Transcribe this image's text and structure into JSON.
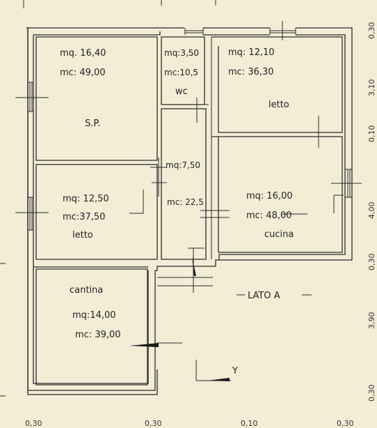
{
  "rooms": {
    "sp": {
      "area": "mq. 16,40",
      "volume": "mc: 49,00",
      "name": "S.P."
    },
    "wc": {
      "area": "mq:3,50",
      "volume": "mc:10,5",
      "name": "wc"
    },
    "letto_top": {
      "area": "mq: 12,10",
      "volume": "mc: 36,30",
      "name": "letto"
    },
    "disimpegno": {
      "area": "mq:7,50",
      "volume": "mc: 22,5"
    },
    "letto_left": {
      "area": "mq: 12,50",
      "volume": "mc:37,50",
      "name": "letto"
    },
    "cucina": {
      "area": "mq: 16,00",
      "volume": "mc: 48,00",
      "name": "cucina"
    },
    "cantina": {
      "name": "cantina",
      "area": "mq:14,00",
      "volume": "mc: 39,00"
    }
  },
  "side_label": "LATO A",
  "axis_label": "Y",
  "right_dims": [
    "0,30",
    "3,10",
    "0,10",
    "4,00",
    "0,30",
    "3,90",
    "0,30"
  ],
  "bottom_dims": [
    "0,30",
    "0,30",
    "0,10",
    "0,30"
  ]
}
